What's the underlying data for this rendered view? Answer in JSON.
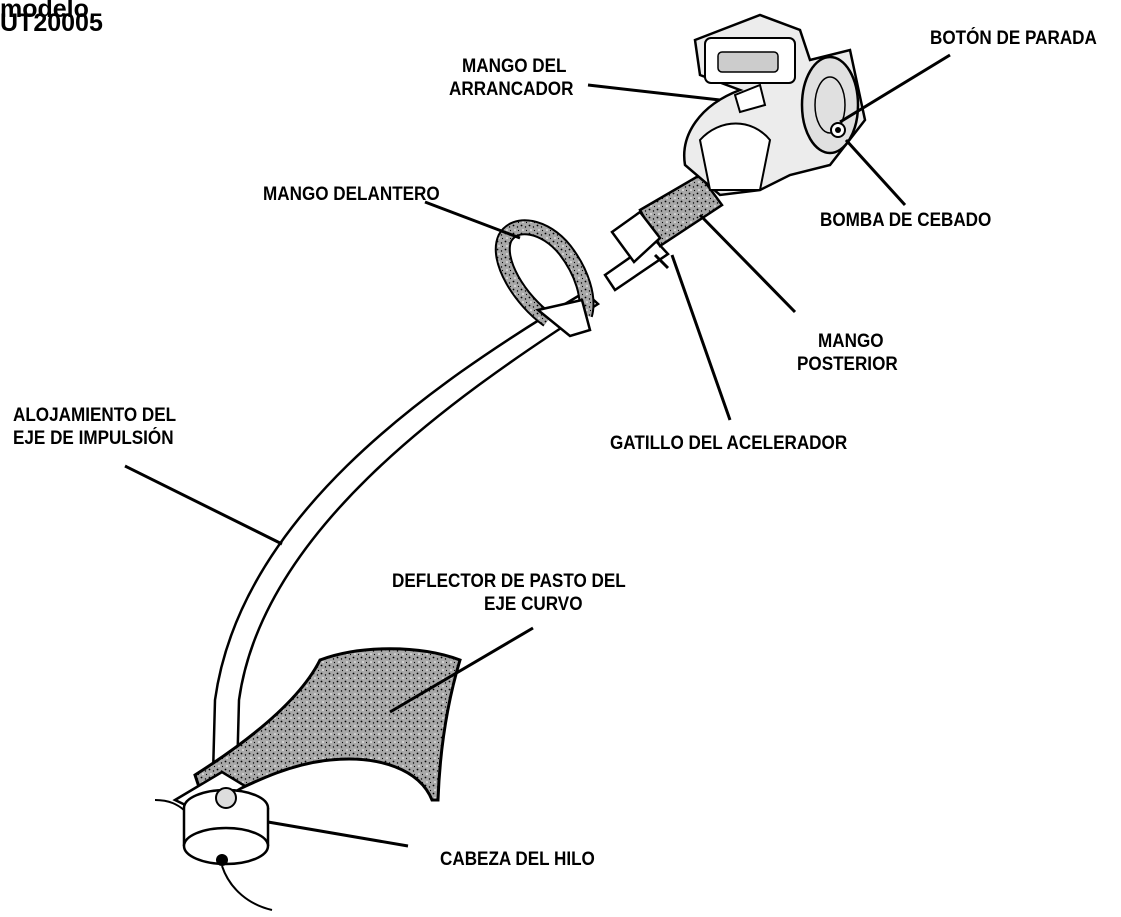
{
  "model": {
    "line1": "modelo",
    "line2": "UT20005"
  },
  "labels": {
    "stop_button": "BOTÓN DE PARADA",
    "starter_handle_1": "MANGO DEL",
    "starter_handle_2": "ARRANCADOR",
    "front_handle": "MANGO DELANTERO",
    "primer_bulb": "BOMBA DE CEBADO",
    "rear_handle_1": "MANGO",
    "rear_handle_2": "POSTERIOR",
    "shaft_housing_1": "ALOJAMIENTO DEL",
    "shaft_housing_2": "EJE DE IMPULSIÓN",
    "throttle_trigger": "GATILLO DEL ACELERADOR",
    "deflector_1": "DEFLECTOR DE PASTO DEL",
    "deflector_2": "EJE CURVO",
    "trimmer_head": "CABEZA DEL HILO"
  },
  "colors": {
    "ink": "#000000",
    "background": "#ffffff",
    "foam": "#9a9a9a",
    "engine_gray": "#d9d9d9"
  }
}
